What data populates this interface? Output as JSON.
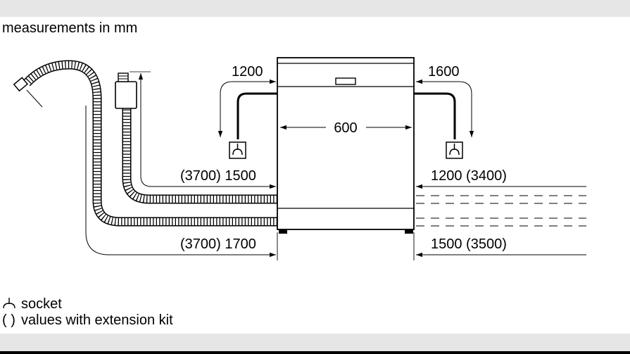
{
  "header": {
    "title": "measurements in mm"
  },
  "dims": {
    "left_top": "1200",
    "right_top": "1600",
    "width": "600",
    "left_hose_upper": "(3700) 1500",
    "left_hose_lower": "(3700) 1700",
    "right_upper": "1200 (3400)",
    "right_lower": "1500 (3500)"
  },
  "legend": {
    "socket_symbol": "⫙",
    "socket": "socket",
    "paren": "( )",
    "extension": "values with extension kit"
  }
}
